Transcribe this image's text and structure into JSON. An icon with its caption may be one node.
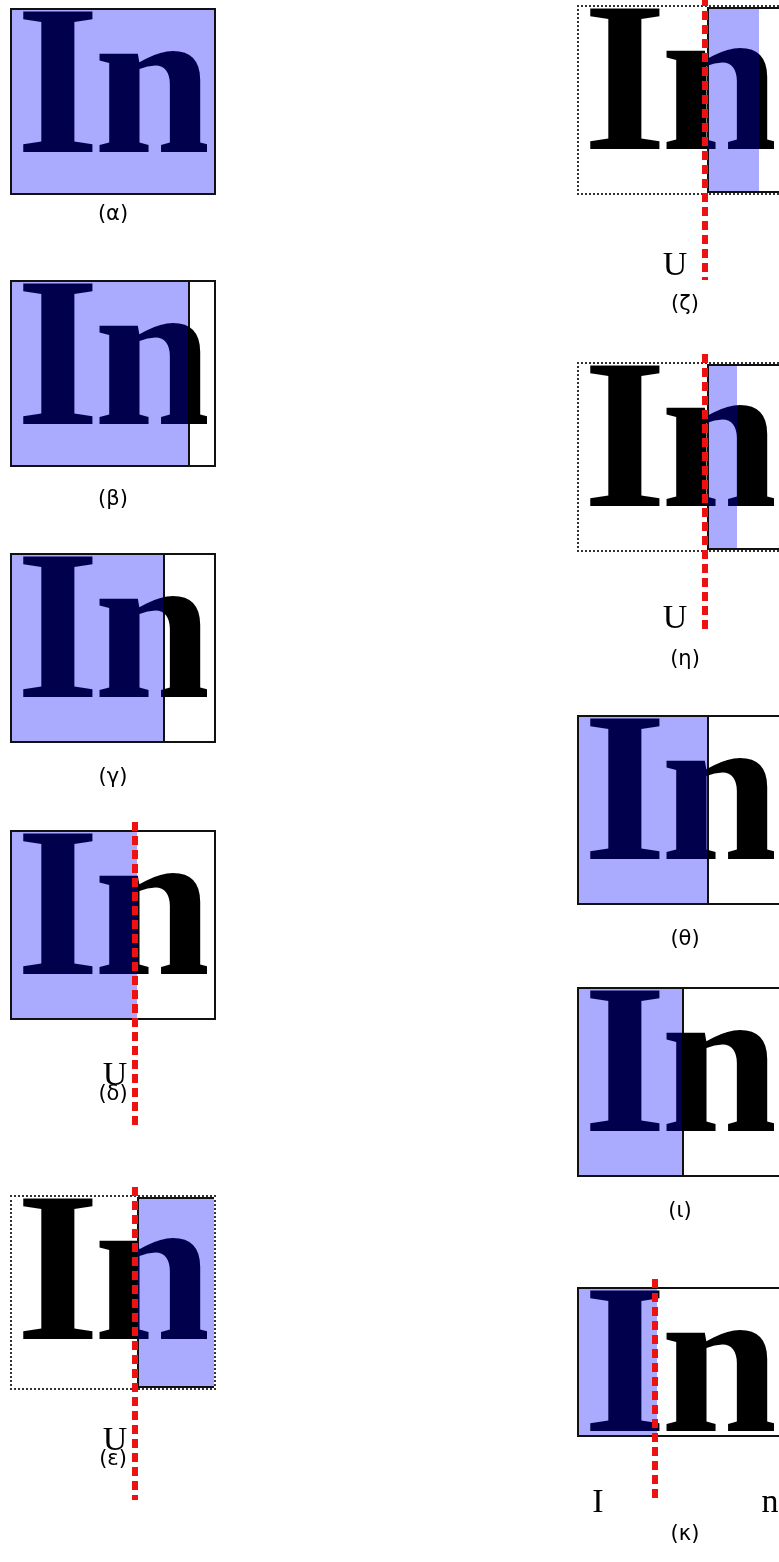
{
  "diagram": {
    "labels": [
      "In",
      "(α)",
      "In",
      "(β)",
      "In",
      "(γ)",
      "In",
      "U",
      "(δ)",
      "In",
      "U",
      "(ε)",
      "In",
      "U",
      "(ζ)",
      "In",
      "U",
      "(η)",
      "In",
      "(θ)",
      "In",
      "(ι)",
      "In",
      "I",
      "n",
      "(κ)"
    ]
  }
}
